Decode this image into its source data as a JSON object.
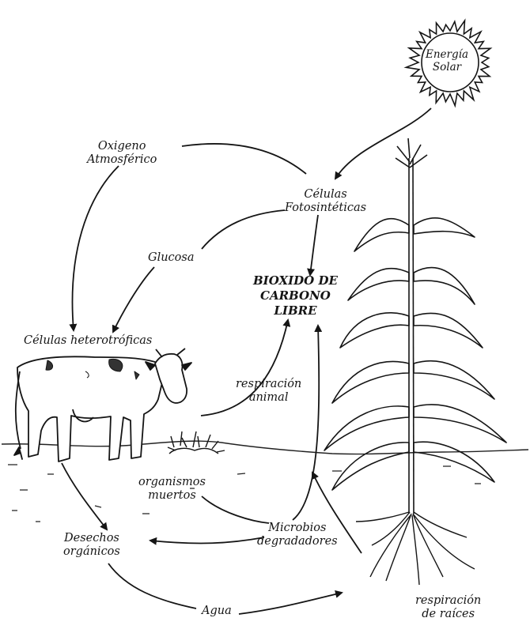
{
  "labels": {
    "sun": [
      "Energía",
      "Solar"
    ],
    "oxygen": [
      "Oxigeno",
      "Atmosférico"
    ],
    "photo_cells": [
      "Células",
      "Fotosintéticas"
    ],
    "glucose": "Glucosa",
    "co2": [
      "BIOXIDO DE",
      "CARBONO",
      "LIBRE"
    ],
    "hetero_cells": "Células heterotróficas",
    "animal_resp": [
      "respiración",
      "animal"
    ],
    "dead_org": [
      "organismos",
      "muertos"
    ],
    "waste": [
      "Desechos",
      "orgánicos"
    ],
    "microbes": [
      "Microbios",
      "degradadores"
    ],
    "water": "Agua",
    "root_resp": [
      "respiración",
      "de raíces"
    ]
  },
  "icons": [
    "sun-icon",
    "cow-icon",
    "corn-plant-icon",
    "dead-organisms-icon"
  ]
}
